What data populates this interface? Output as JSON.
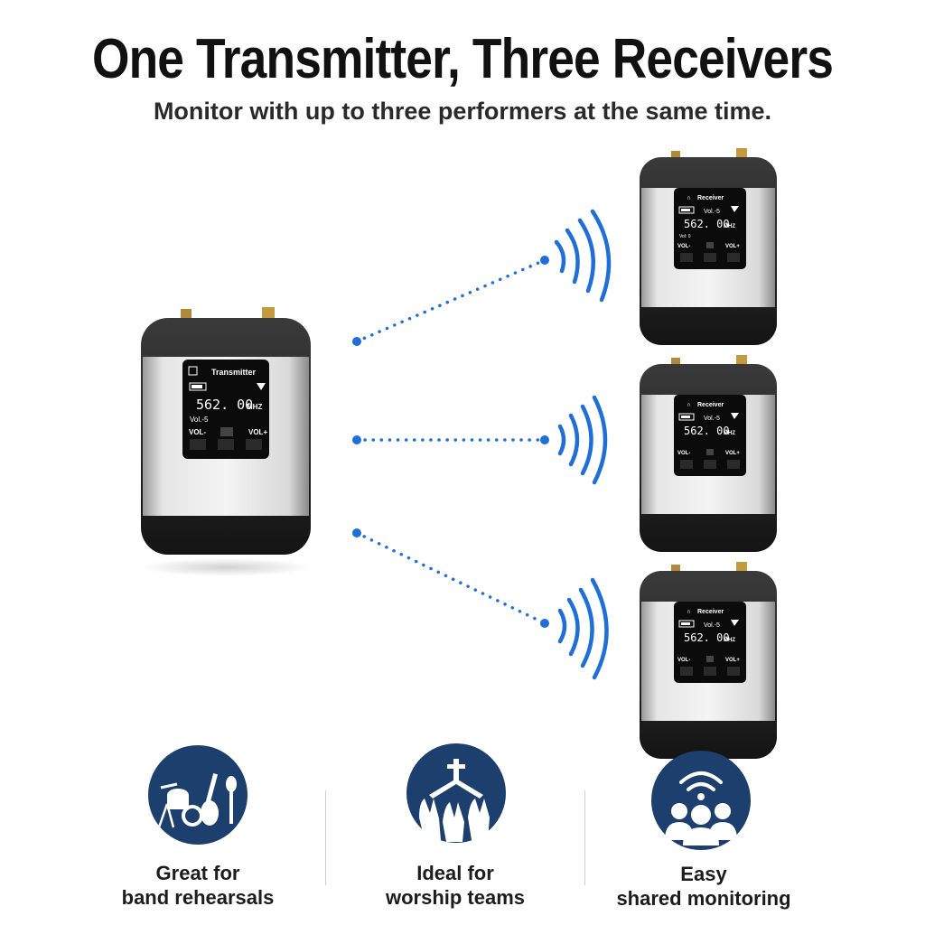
{
  "header": {
    "title": "One Transmitter, Three Receivers",
    "subtitle": "Monitor with up to three performers at the same time."
  },
  "transmitter": {
    "name": "Transmitter",
    "frequency": "562. 00",
    "unit": "MHZ",
    "volume": "Vol.-5",
    "vol_minus": "VOL-",
    "vol_plus": "VOL+"
  },
  "receivers": [
    {
      "name": "Receiver",
      "volume": "Vol.-5",
      "frequency": "562. 00",
      "unit": "MHZ",
      "extra": "Vol: 0",
      "vol_minus": "VOL-",
      "vol_plus": "VOL+"
    },
    {
      "name": "Receiver",
      "volume": "Vol.-5",
      "frequency": "562. 00",
      "unit": "MHZ",
      "extra": "",
      "vol_minus": "VOL-",
      "vol_plus": "VOL+"
    },
    {
      "name": "Receiver",
      "volume": "Vol.-5",
      "frequency": "562. 00",
      "unit": "MHZ",
      "extra": "",
      "vol_minus": "VOL-",
      "vol_plus": "VOL+"
    }
  ],
  "features": [
    {
      "icon": "band-instruments-icon",
      "line1": "Great for",
      "line2": "band rehearsals"
    },
    {
      "icon": "worship-hands-cross-icon",
      "line1": "Ideal for",
      "line2": "worship teams"
    },
    {
      "icon": "group-wireless-icon",
      "line1": "Easy",
      "line2": "shared monitoring"
    }
  ],
  "colors": {
    "signal": "#1f6fd6",
    "icon_circle": "#1d3f6e",
    "device_body": "#1e1e1e",
    "device_face": "#d8d8d8"
  }
}
